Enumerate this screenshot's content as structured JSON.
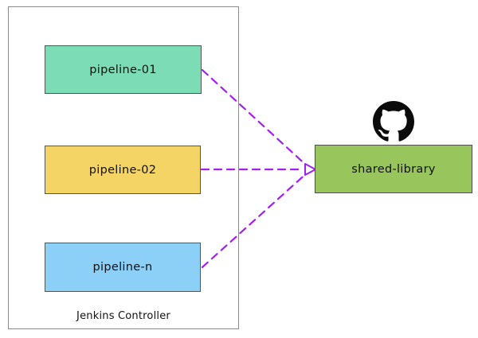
{
  "diagram": {
    "controller": {
      "label": "Jenkins Controller",
      "pipelines": [
        {
          "label": "pipeline-01"
        },
        {
          "label": "pipeline-02"
        },
        {
          "label": "pipeline-n"
        }
      ]
    },
    "library": {
      "label": "shared-library",
      "icon": "github-icon"
    },
    "connections": [
      {
        "from": "pipeline-01",
        "to": "shared-library",
        "style": "dashed-arrow"
      },
      {
        "from": "pipeline-02",
        "to": "shared-library",
        "style": "dashed-arrow"
      },
      {
        "from": "pipeline-n",
        "to": "shared-library",
        "style": "dashed-arrow"
      }
    ]
  },
  "colors": {
    "pipeline1": "#7BDCB5",
    "pipeline2": "#F4D464",
    "pipeline3": "#8CD0F8",
    "library": "#98C55C",
    "arrow": "#A21FF2"
  }
}
